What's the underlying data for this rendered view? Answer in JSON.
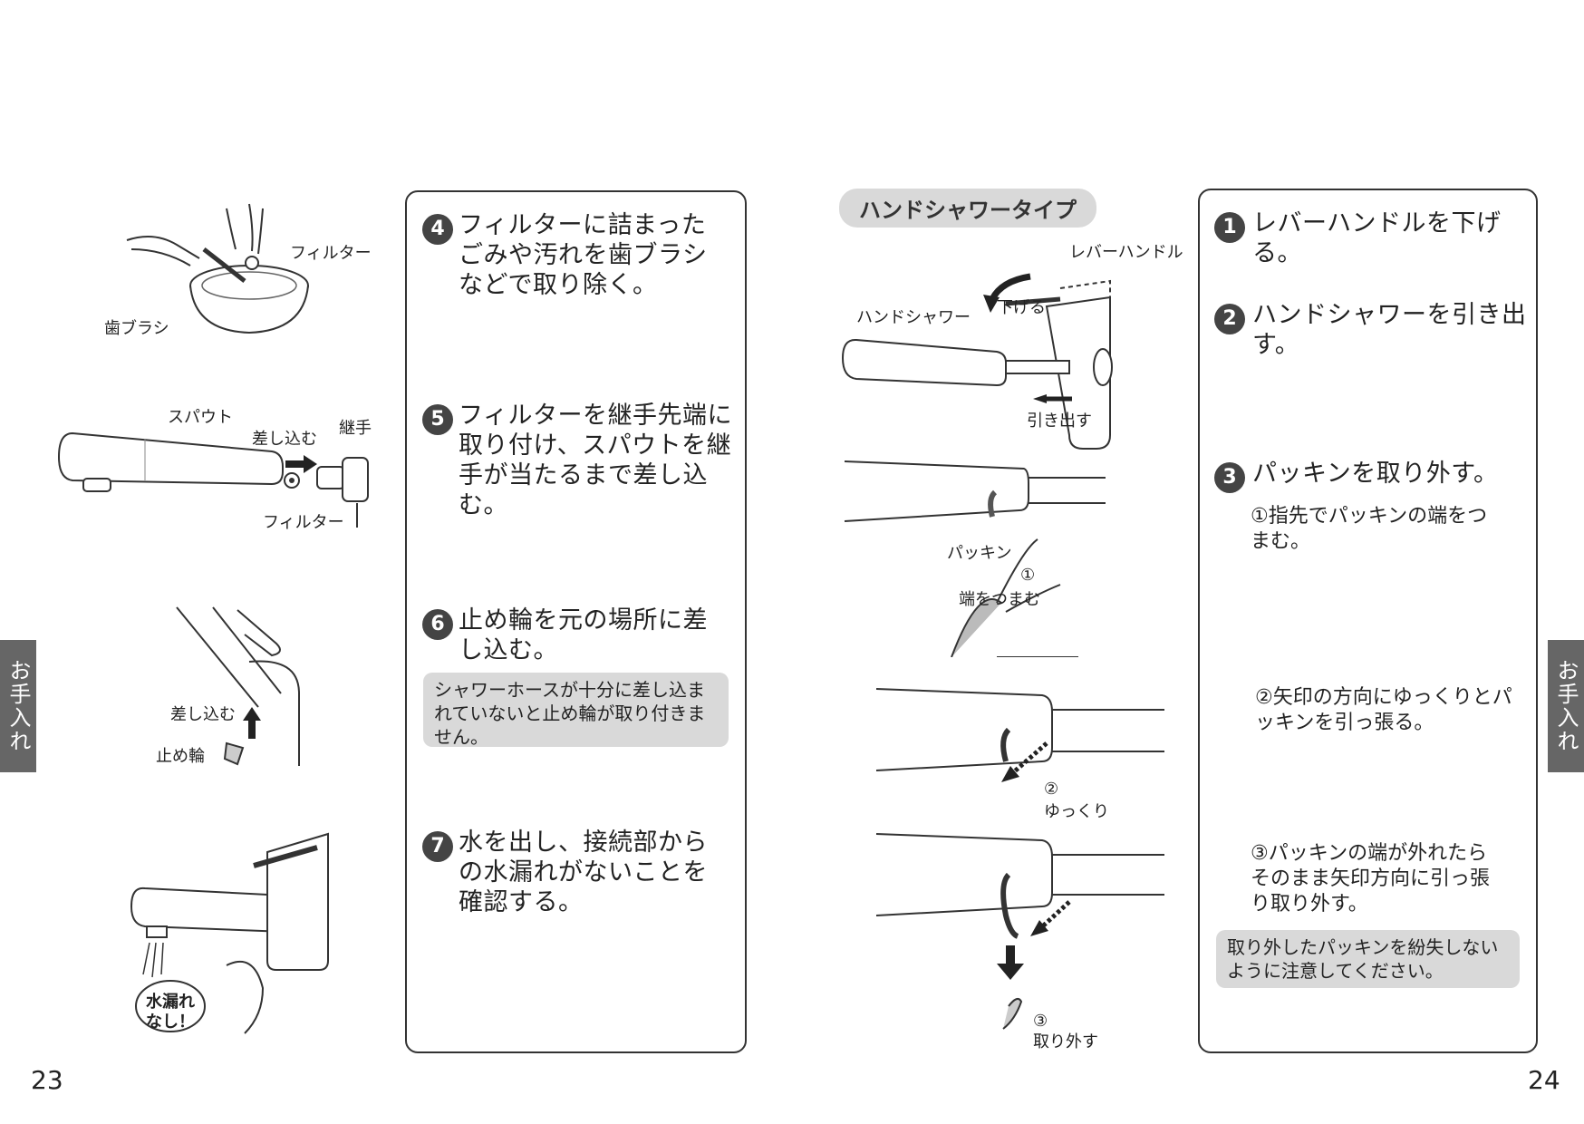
{
  "left_page": {
    "page_number": "23",
    "side_tab": "お手入れ",
    "illustrations": {
      "bowl": {
        "label_filter": "フィルター",
        "label_toothbrush": "歯ブラシ"
      },
      "spout": {
        "label_spout": "スパウト",
        "label_insert": "差し込む",
        "label_joint": "継手",
        "label_filter": "フィルター"
      },
      "ring": {
        "label_insert": "差し込む",
        "label_ring": "止め輪"
      },
      "leak": {
        "bubble": "水漏れ\nなし！"
      }
    },
    "steps": [
      {
        "num": "4",
        "text": "フィルターに詰まったごみや汚れを歯ブラシなどで取り除く。"
      },
      {
        "num": "5",
        "text": "フィルターを継手先端に取り付け、スパウトを継手が当たるまで差し込む。"
      },
      {
        "num": "6",
        "text": "止め輪を元の場所に差し込む。"
      },
      {
        "num": "7",
        "text": "水を出し、接続部からの水漏れがないことを確認する。"
      }
    ],
    "note": "シャワーホースが十分に差し込まれていないと止め輪が取り付きません。"
  },
  "right_page": {
    "page_number": "24",
    "side_tab": "お手入れ",
    "type_header": "ハンドシャワータイプ",
    "illustrations": {
      "faucet": {
        "label_lever": "レバーハンドル",
        "label_down": "下げる",
        "label_shower": "ハンドシャワー",
        "label_pull": "引き出す"
      },
      "packing": {
        "label_packing": "パッキン",
        "label_pinch_num": "①",
        "label_pinch": "端をつまむ"
      },
      "slow": {
        "num": "②",
        "label": "ゆっくり"
      },
      "remove": {
        "num": "③",
        "label": "取り外す"
      }
    },
    "steps": [
      {
        "num": "1",
        "text": "レバーハンドルを下げる。"
      },
      {
        "num": "2",
        "text": "ハンドシャワーを引き出す。"
      },
      {
        "num": "3",
        "text": "パッキンを取り外す。"
      }
    ],
    "substeps": [
      "①指先でパッキンの端をつまむ。",
      "②矢印の方向にゆっくりとパッキンを引っ張る。",
      "③パッキンの端が外れたらそのまま矢印方向に引っ張り取り外す。"
    ],
    "note": "取り外したパッキンを紛失しないように注意してください。"
  }
}
